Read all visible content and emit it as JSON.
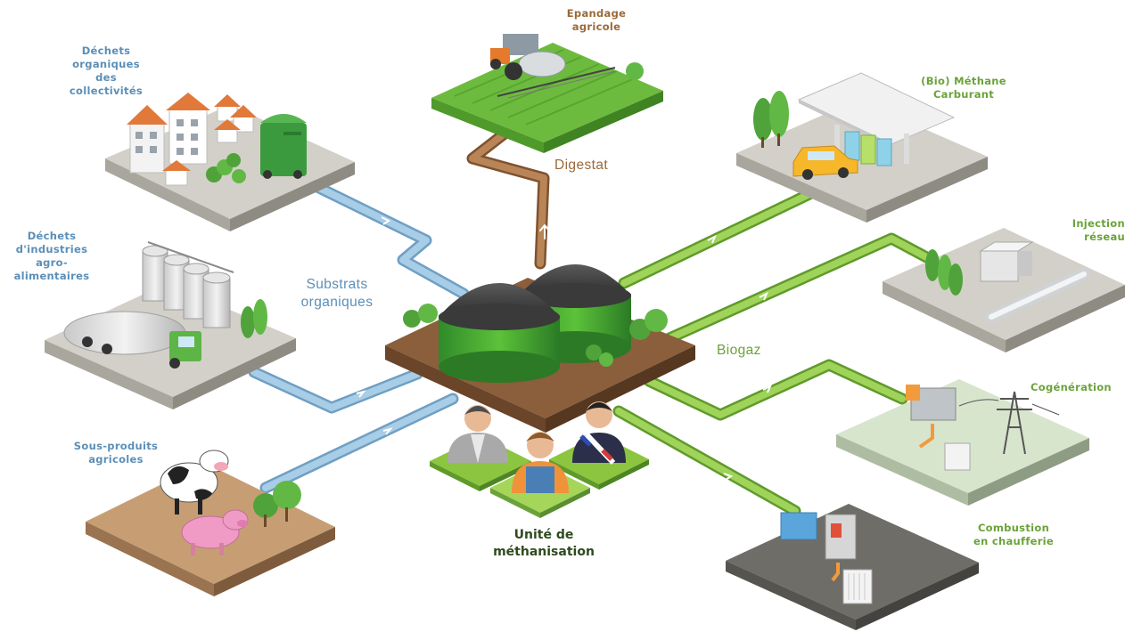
{
  "labels": {
    "dechets_collectivites": [
      "Déchets",
      "organiques",
      "des",
      "collectivités"
    ],
    "dechets_industries": [
      "Déchets",
      "d'industries",
      "agro-",
      "alimentaires"
    ],
    "sous_produits": [
      "Sous-produits",
      "agricoles"
    ],
    "epandage": [
      "Epandage",
      "agricole"
    ],
    "methane": [
      "(Bio) Méthane",
      "Carburant"
    ],
    "injection": [
      "Injection",
      "réseau"
    ],
    "cogeneration": "Cogénération",
    "combustion": [
      "Combustion",
      "en chaufferie"
    ],
    "digestat": "Digestat",
    "substrats": [
      "Substrats",
      "organiques"
    ],
    "biogaz": "Biogaz",
    "unite": [
      "Unité de",
      "méthanisation"
    ]
  },
  "colors": {
    "substrat_pipe": "#8fb8d6",
    "digestat_pipe": "#a8744a",
    "biogaz_pipe": "#8cc53f",
    "label_blue": "#5b8fb8",
    "label_brown": "#9a6a3a",
    "label_green": "#6aa339"
  }
}
